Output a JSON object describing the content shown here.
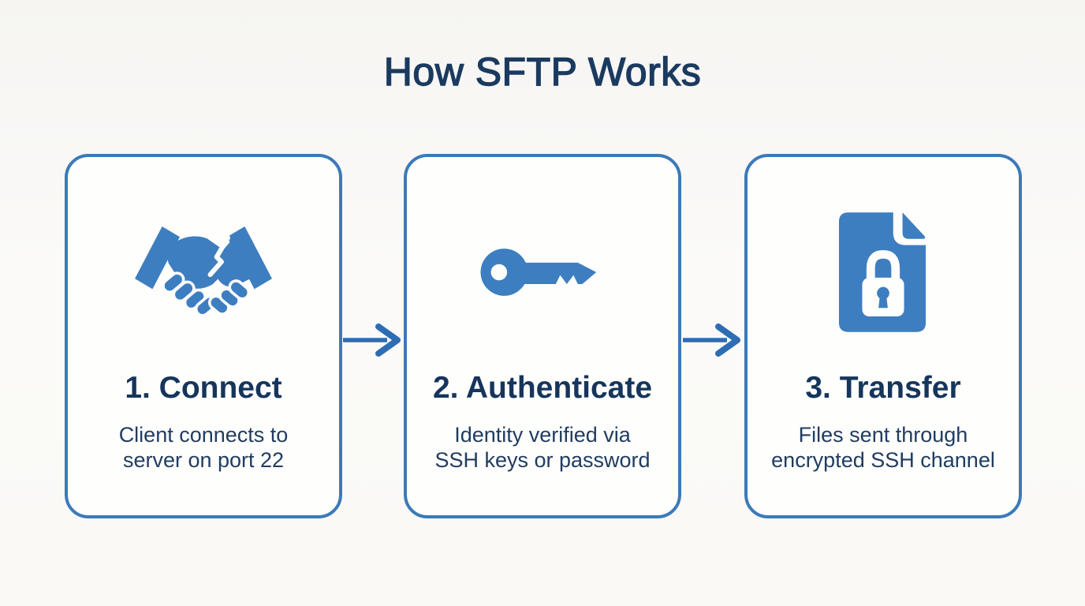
{
  "title": "How SFTP Works",
  "steps": [
    {
      "title": "1. Connect",
      "icon": "handshake-icon",
      "desc_line1": "Client connects to",
      "desc_line2": "server on port 22"
    },
    {
      "title": "2. Authenticate",
      "icon": "key-icon",
      "desc_line1": "Identity verified via",
      "desc_line2": "SSH keys or password"
    },
    {
      "title": "3. Transfer",
      "icon": "document-lock-icon",
      "desc_line1": "Files sent through",
      "desc_line2": "encrypted SSH channel"
    }
  ],
  "arrows": {
    "count": 2,
    "direction": "right"
  },
  "colors": {
    "icon_blue": "#3d7ec0",
    "card_border_blue": "#3b7ab9",
    "arrow_blue": "#2e6db3",
    "heading_navy": "#1b3a5f",
    "card_title_navy": "#16355c",
    "description_navy": "#203c60",
    "page_background": "#f6f5f2",
    "card_background": "#fefefd"
  }
}
